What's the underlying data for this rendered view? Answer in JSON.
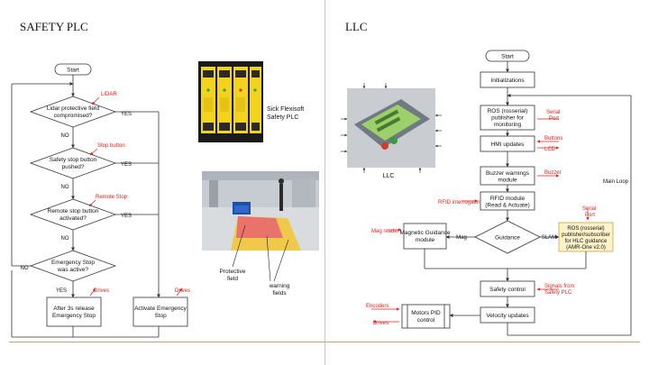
{
  "left_panel": {
    "title": "SAFETY PLC",
    "nodes": {
      "start": "Start",
      "lidar_l1": "Lidar protective field",
      "lidar_l2": "compromised?",
      "safety_l1": "Safety stop button",
      "safety_l2": "pushed?",
      "remote_l1": "Remote stop button",
      "remote_l2": "activated?",
      "emerg_l1": "Emergency Stop",
      "emerg_l2": "was active?",
      "release_l1": "After 3s release",
      "release_l2": "Emergency Stop",
      "activate_l1": "Activate Emergency",
      "activate_l2": "Stop"
    },
    "edge_labels": {
      "yes1": "YES",
      "no1": "NO",
      "yes2": "YES",
      "no2": "NO",
      "yes3": "YES",
      "no3": "NO",
      "yes4": "YES",
      "no4": "NO"
    },
    "annotations": {
      "lidar": "LIDAR",
      "stop_button": "Stop button",
      "remote_stop": "Remote Stop",
      "drives_left": "Drives",
      "drives_right": "Drives"
    },
    "plc_caption_l1": "Sick Flexisoft",
    "plc_caption_l2": "Safety PLC",
    "photo_labels": {
      "protective_l1": "Protective",
      "protective_l2": "field",
      "warning_l1": "warning",
      "warning_l2": "fields"
    }
  },
  "right_panel": {
    "title": "LLC",
    "lcd_caption": "LLC",
    "nodes": {
      "start": "Start",
      "init": "Initializations",
      "ros_l1": "ROS (rosserial)",
      "ros_l2": "publisher for",
      "ros_l3": "monitoring",
      "hmi": "HMI updates",
      "buzzer_l1": "Buzzer warnings",
      "buzzer_l2": "module",
      "rfid_l1": "RFID module",
      "rfid_l2": "(Read & Actuate)",
      "guidance": "Guidance",
      "mag_l1": "Magnetic Guidance",
      "mag_l2": "module",
      "rosguide_l1": "ROS (rosserial)",
      "rosguide_l2": "publisher/subscriber",
      "rosguide_l3": "for HLC guidance",
      "rosguide_l4": "(AMR-One v2.0)",
      "safety_control": "Safety control",
      "velocity": "Velocity updates",
      "motors_l1": "Motors PID",
      "motors_l2": "control"
    },
    "edge_labels": {
      "mag": "Mag",
      "slam": "SLAM",
      "main_loop": "Main Loop"
    },
    "annotations": {
      "serial_port_l1": "Serial",
      "serial_port_l2": "Port",
      "buttons": "Buttons",
      "lcd": "LCD",
      "buzzer": "Buzzer",
      "rfid_interrogator": "RFID interrogator",
      "serial_port2_l1": "Serial",
      "serial_port2_l2": "Port",
      "mag_reader": "Mag reader",
      "signals_l1": "Signals from",
      "signals_l2": "Safety PLC",
      "encoders": "Encoders",
      "drives": "Drives"
    }
  },
  "colors": {
    "annotation_red": "#e0221c",
    "plc_yellow": "#f2d41c",
    "highlight_box": "#fdf3c8",
    "highlight_border": "#c9a441"
  }
}
